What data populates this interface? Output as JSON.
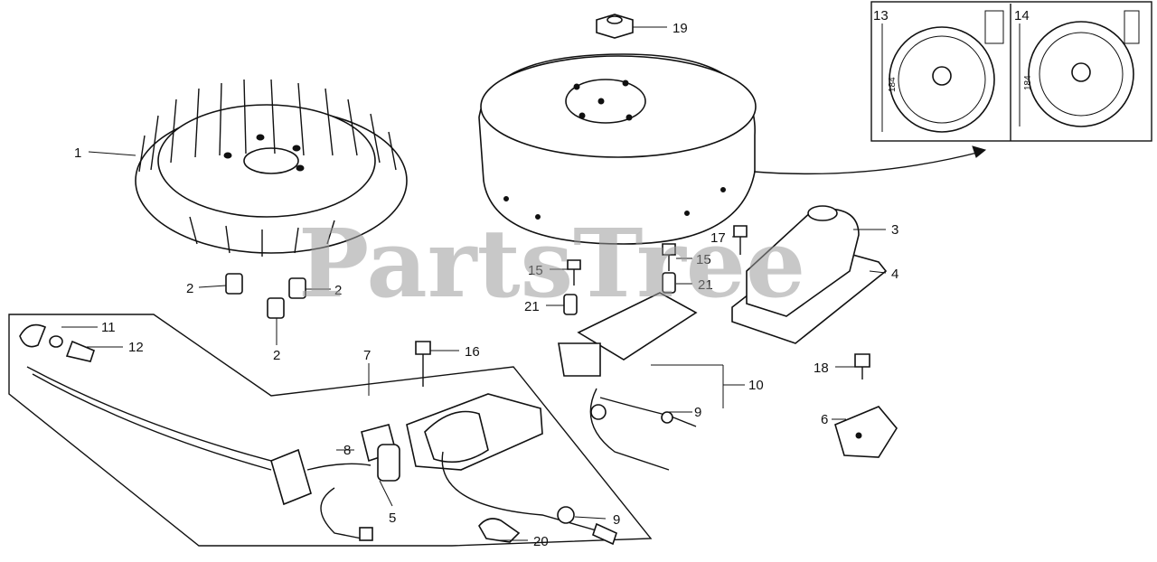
{
  "watermark": "PartsTree",
  "callouts": {
    "c1": "1",
    "c2a": "2",
    "c2b": "2",
    "c2c": "2",
    "c3": "3",
    "c4": "4",
    "c5": "5",
    "c6": "6",
    "c7": "7",
    "c8": "8",
    "c9a": "9",
    "c9b": "9",
    "c10": "10",
    "c11": "11",
    "c12": "12",
    "c13": "13",
    "c14": "14",
    "c15a": "15",
    "c15b": "15",
    "c16": "16",
    "c17": "17",
    "c18": "18",
    "c19": "19",
    "c20": "20",
    "c21a": "21",
    "c21b": "21"
  },
  "inset": {
    "dim_a": "184",
    "dim_b": "184"
  }
}
